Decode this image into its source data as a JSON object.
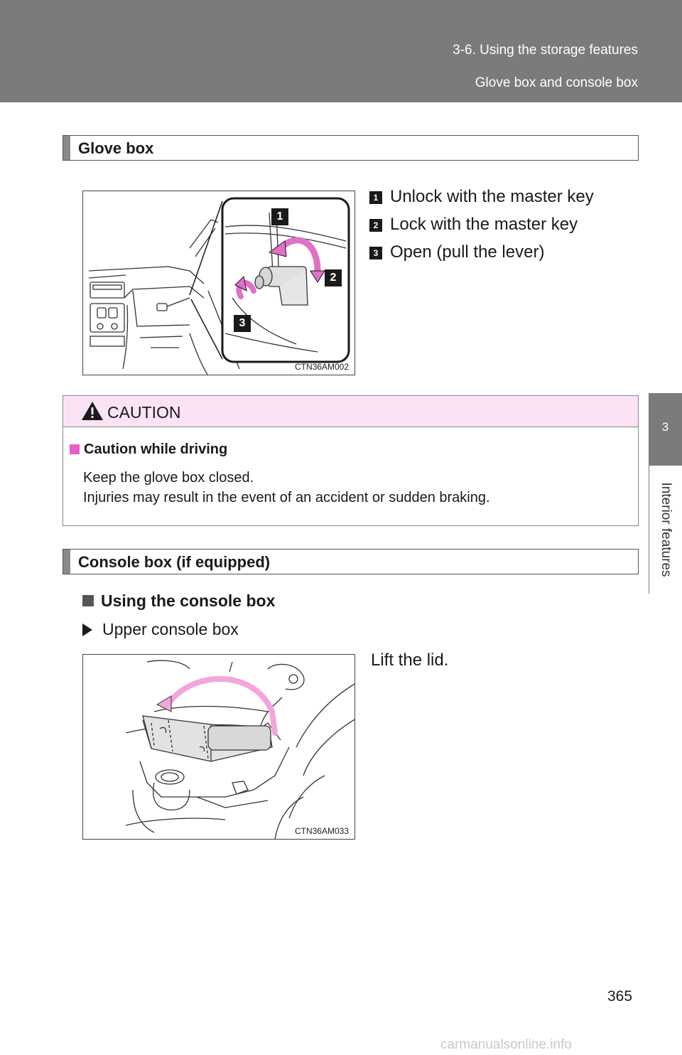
{
  "header": {
    "section": "3-6. Using the storage features",
    "subsection": "Glove box and console box"
  },
  "side_tab": {
    "number": "3",
    "label": "Interior features"
  },
  "glove_box": {
    "heading": "Glove box",
    "figure_code": "CTN36AM002",
    "figure_callouts": [
      "1",
      "2",
      "3"
    ],
    "steps": [
      {
        "num": "1",
        "text": "Unlock with the master key"
      },
      {
        "num": "2",
        "text": "Lock with the master key"
      },
      {
        "num": "3",
        "text": "Open (pull the lever)"
      }
    ]
  },
  "caution": {
    "title": "CAUTION",
    "subheading": "Caution while driving",
    "lines": [
      "Keep the glove box closed.",
      "Injuries may result in the event of an accident or sudden braking."
    ],
    "accent_color": "#e85ec8",
    "header_bg": "#fbe3f5"
  },
  "console_box": {
    "heading": "Console box (if equipped)",
    "subheading": "Using the console box",
    "bullet": "Upper console box",
    "instruction": "Lift the lid.",
    "figure_code": "CTN36AM033"
  },
  "page_number": "365",
  "watermark": "carmanualsonline.info"
}
